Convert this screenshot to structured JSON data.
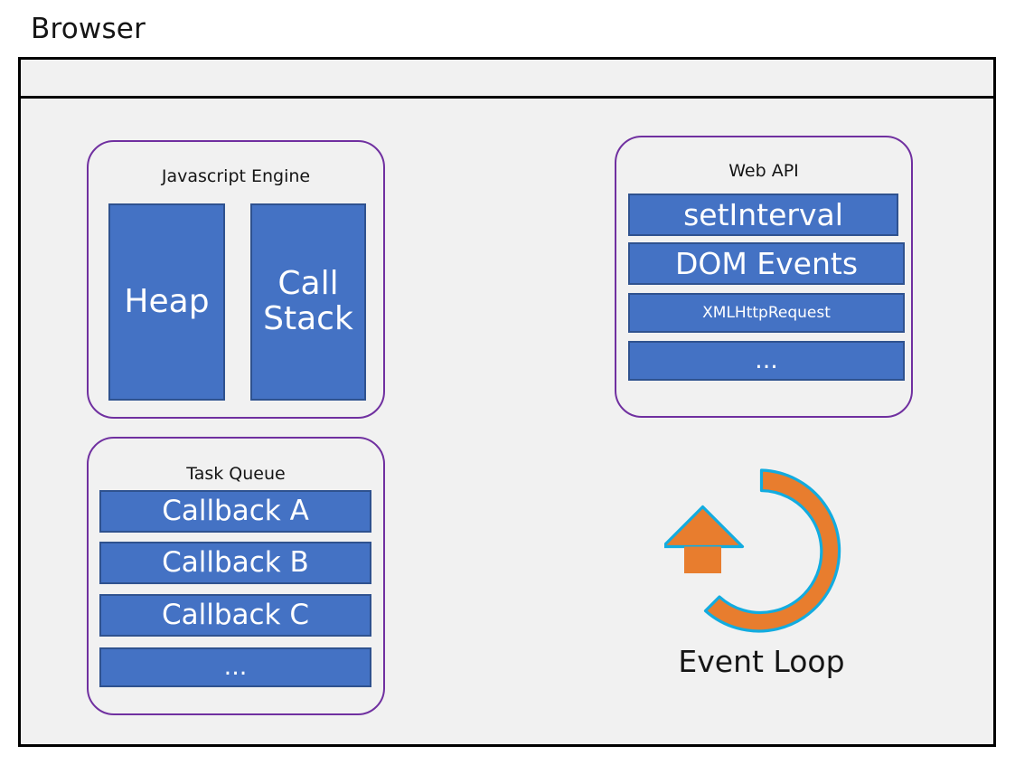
{
  "page": {
    "title": "Browser",
    "background": "#FFFFFF"
  },
  "colors": {
    "panel_border_purple": "#7030A0",
    "box_fill_blue": "#4472C4",
    "box_border_blue": "#2F528F",
    "frame_black": "#000000",
    "surface_gray": "#F1F1F1",
    "event_loop_orange": "#E87D2E",
    "event_loop_outline_cyan": "#12ACE0",
    "text_dark": "#151515",
    "text_light": "#FFFFFF"
  },
  "browser_window": {
    "toolbar": {
      "label": ""
    }
  },
  "js_engine": {
    "title": "Javascript Engine",
    "boxes": [
      {
        "name": "heap",
        "label": "Heap"
      },
      {
        "name": "call-stack",
        "label": "Call\nStack"
      }
    ]
  },
  "web_api": {
    "title": "Web API",
    "items": [
      {
        "name": "setinterval",
        "label": "setInterval"
      },
      {
        "name": "dom-events",
        "label": "DOM Events"
      },
      {
        "name": "xmlhttprequest",
        "label": "XMLHttpRequest"
      },
      {
        "name": "more",
        "label": "..."
      }
    ]
  },
  "task_queue": {
    "title": "Task Queue",
    "items": [
      {
        "name": "callback-a",
        "label": "Callback A"
      },
      {
        "name": "callback-b",
        "label": "Callback B"
      },
      {
        "name": "callback-c",
        "label": "Callback C"
      },
      {
        "name": "more",
        "label": "..."
      }
    ]
  },
  "event_loop": {
    "label": "Event Loop",
    "icon": "circular-arrow-icon"
  }
}
